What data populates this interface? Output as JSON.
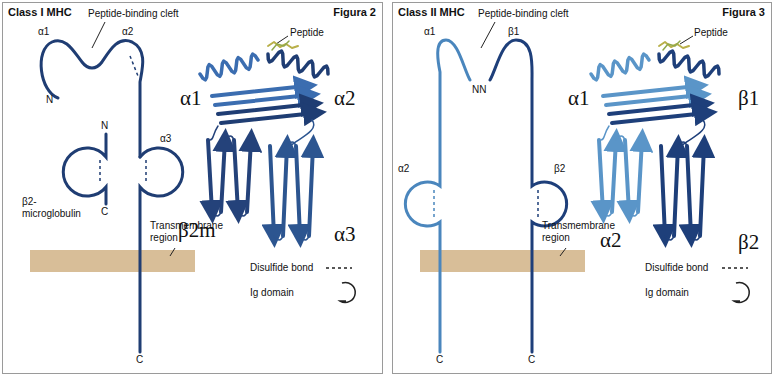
{
  "diagram": {
    "nodes": [
      {
        "text": [
          "Class I MHC",
          "Figura 2"
        ]
      },
      {
        "text": [
          "Class II MHC",
          "Figura 3"
        ]
      }
    ],
    "labels": [
      "Peptide-binding cleft",
      "Peptide",
      "α1",
      "α2",
      "N",
      "N",
      "α3",
      "β2-microglobulin",
      "C",
      "C",
      "Transmembrane region",
      "α1",
      "α2",
      "β2m",
      "α3",
      "Disulfide bond",
      "Ig domain",
      "Peptide-binding cleft",
      "Peptide",
      "α1",
      "β1",
      "NN",
      "α2",
      "β2",
      "Transmembrane region",
      "C",
      "C",
      "α1",
      "β1",
      "α2",
      "β2",
      "Disulfide bond",
      "Ig domain"
    ]
  }
}
